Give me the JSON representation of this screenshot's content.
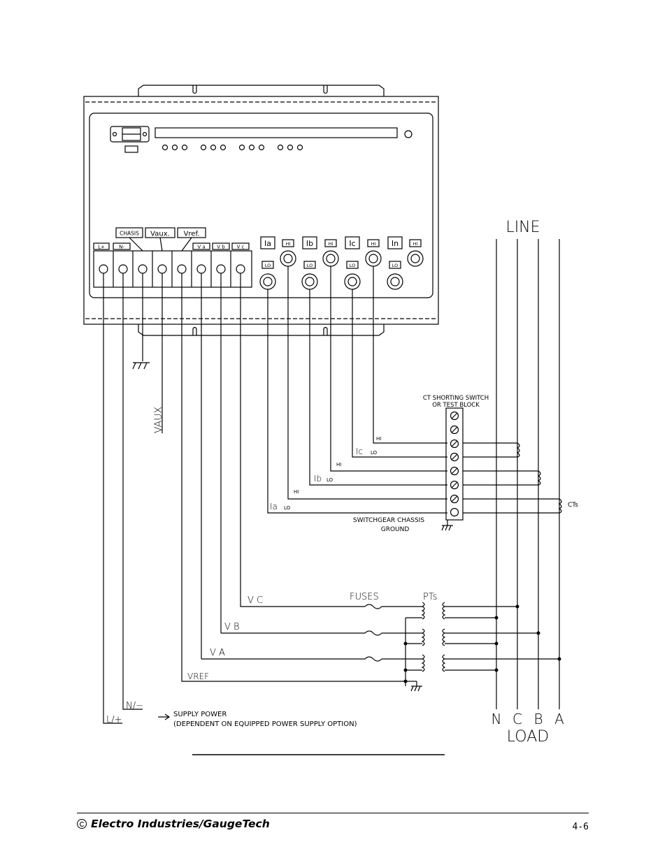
{
  "meter_labels": {
    "terminal_tags": [
      "L+",
      "N-",
      "V a",
      "V b",
      "V c"
    ],
    "group_tags": [
      "CHASIS",
      "Vaux.",
      "Vref."
    ],
    "current_inputs": [
      {
        "name": "Ia",
        "hi": "HI",
        "lo": "LO"
      },
      {
        "name": "Ib",
        "hi": "HI",
        "lo": "LO"
      },
      {
        "name": "Ic",
        "hi": "HI",
        "lo": "LO"
      },
      {
        "name": "In",
        "hi": "HI"
      }
    ]
  },
  "wiring_labels": {
    "vaux": "VAUX",
    "ct_switch_line1": "CT SHORTING SWITCH",
    "ct_switch_line2": "OR TEST BLOCK",
    "ic": "Ic",
    "ib": "Ib",
    "ia": "Ia",
    "lo": "LO",
    "hi": "HI",
    "switchgear_line1": "SWITCHGEAR CHASSIS",
    "switchgear_line2": "GROUND",
    "cts": "CTs",
    "fuses": "FUSES",
    "pts": "PTs",
    "vc": "V C",
    "vb": "V B",
    "va": "V A",
    "vref": "VREF",
    "n_minus": "N/−",
    "l_plus": "L/+",
    "supply_line1": "SUPPLY POWER",
    "supply_line2": "(DEPENDENT ON EQUIPPED POWER SUPPLY OPTION)",
    "line": "LINE",
    "load": "LOAD",
    "phases": [
      "N",
      "C",
      "B",
      "A"
    ]
  },
  "footer": {
    "company": "Electro Industries/GaugeTech",
    "page_number": "4-6"
  }
}
